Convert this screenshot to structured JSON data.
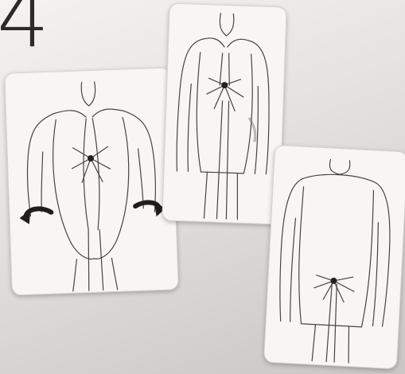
{
  "step": {
    "number": "4"
  },
  "illustrations": [
    {
      "id": "front-open",
      "icon": "rotate-arrows-icon"
    },
    {
      "id": "front-tied",
      "icon": "gathered-front-icon"
    },
    {
      "id": "back-view",
      "icon": "gathered-back-icon"
    }
  ],
  "colors": {
    "ink": "#2b2b2b",
    "card": "#f7f6f4",
    "arrow": "#1e1e1e"
  }
}
